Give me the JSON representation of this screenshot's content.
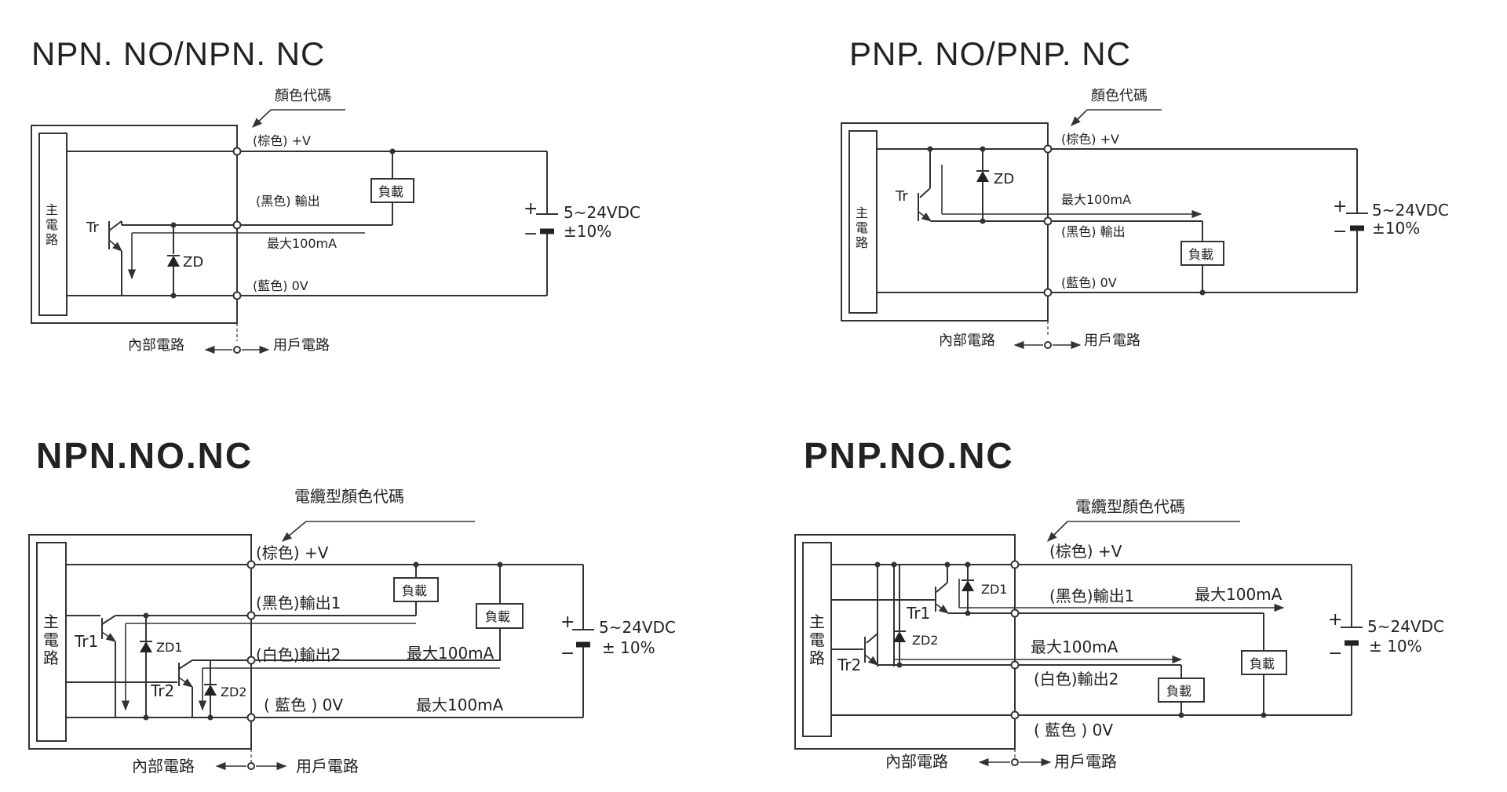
{
  "diagrams": [
    {
      "title": "NPN. NO/NPN. NC",
      "color_code": "顏色代碼",
      "main_circuit": [
        "主",
        "電",
        "路"
      ],
      "tr": "Tr",
      "zd": "ZD",
      "vplus": "(棕色) +V",
      "out": "(黑色) 輸出",
      "max": "最大100mA",
      "zero": "(藍色) 0V",
      "load": "負載",
      "supply": "5~24VDC",
      "tol": "±10%",
      "plus": "+",
      "minus": "−",
      "internal": "內部電路",
      "user": "用戶電路"
    },
    {
      "title": "PNP. NO/PNP. NC",
      "color_code": "顏色代碼",
      "main_circuit": [
        "主",
        "電",
        "路"
      ],
      "tr": "Tr",
      "zd": "ZD",
      "vplus": "(棕色) +V",
      "out": "(黑色) 輸出",
      "max": "最大100mA",
      "zero": "(藍色) 0V",
      "load": "負載",
      "supply": "5~24VDC",
      "tol": "±10%",
      "plus": "+",
      "minus": "−",
      "internal": "內部電路",
      "user": "用戶電路"
    },
    {
      "title": "NPN.NO.NC",
      "color_code": "電纜型顏色代碼",
      "main_circuit": [
        "主",
        "電",
        "路"
      ],
      "tr1": "Tr1",
      "tr2": "Tr2",
      "zd1": "ZD1",
      "zd2": "ZD2",
      "vplus": "(棕色) +V",
      "out1": "(黑色)輸出1",
      "out2": "(白色)輸出2",
      "max1": "最大100mA",
      "max2": "最大100mA",
      "zero": "( 藍色 ) 0V",
      "load1": "負載",
      "load2": "負載",
      "supply": "5~24VDC",
      "tol": "± 10%",
      "plus": "+",
      "minus": "−",
      "internal": "內部電路",
      "user": "用戶電路"
    },
    {
      "title": "PNP.NO.NC",
      "color_code": "電纜型顏色代碼",
      "main_circuit": [
        "主",
        "電",
        "路"
      ],
      "tr1": "Tr1",
      "tr2": "Tr2",
      "zd1": "ZD1",
      "zd2": "ZD2",
      "vplus": "(棕色) +V",
      "out1": "(黑色)輸出1",
      "out2": "(白色)輸出2",
      "max1": "最大100mA",
      "max2": "最大100mA",
      "zero": "( 藍色 ) 0V",
      "load1": "負載",
      "load2": "負載",
      "supply": "5~24VDC",
      "tol": "± 10%",
      "plus": "+",
      "minus": "−",
      "internal": "內部電路",
      "user": "用戶電路"
    }
  ]
}
